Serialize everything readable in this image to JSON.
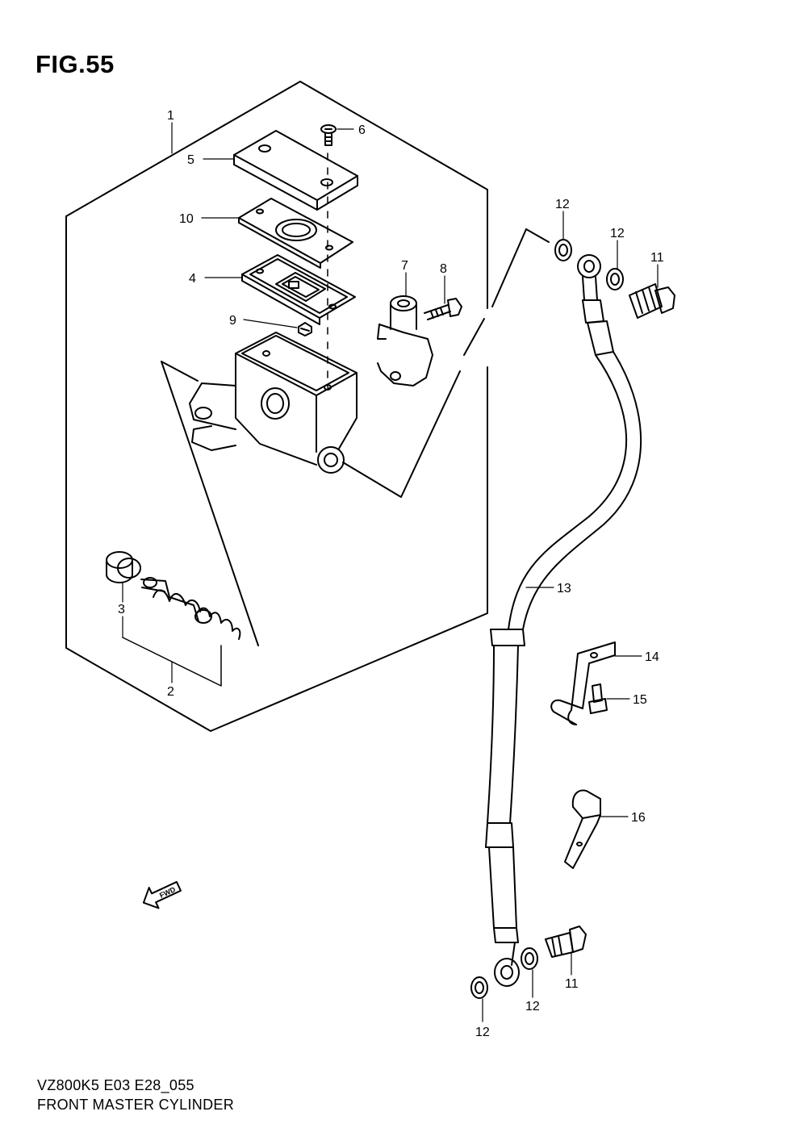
{
  "figure": {
    "title": "FIG.55",
    "model_code": "VZ800K5 E03 E28_055",
    "name": "FRONT MASTER CYLINDER"
  },
  "callouts": [
    "1",
    "2",
    "3",
    "4",
    "5",
    "6",
    "7",
    "8",
    "9",
    "10",
    "11",
    "11",
    "12",
    "12",
    "12",
    "12",
    "13",
    "14",
    "15",
    "16"
  ],
  "direction_arrow": {
    "label": "FWD",
    "icon": "fwd-arrow-icon"
  },
  "colors": {
    "line": "#000000",
    "background": "#ffffff"
  }
}
